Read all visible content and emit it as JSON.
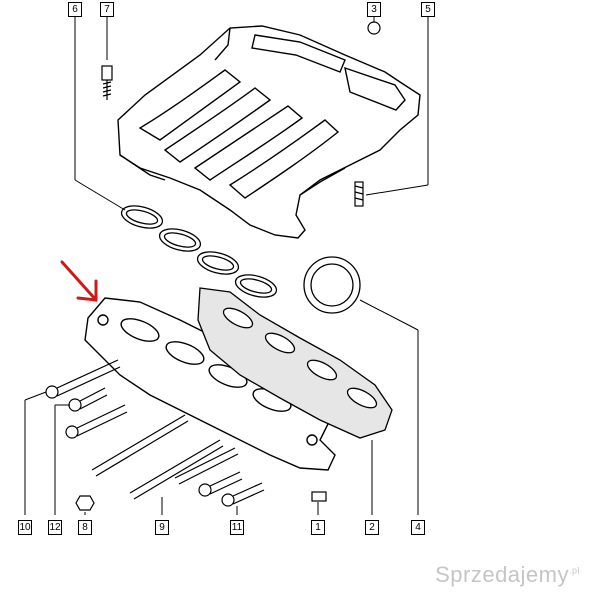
{
  "callouts": [
    {
      "id": "c6",
      "label": "6"
    },
    {
      "id": "c7",
      "label": "7"
    },
    {
      "id": "c3",
      "label": "3"
    },
    {
      "id": "c5",
      "label": "5"
    },
    {
      "id": "c10",
      "label": "10"
    },
    {
      "id": "c12",
      "label": "12"
    },
    {
      "id": "c8",
      "label": "8"
    },
    {
      "id": "c9",
      "label": "9"
    },
    {
      "id": "c11",
      "label": "11"
    },
    {
      "id": "c1",
      "label": "1"
    },
    {
      "id": "c2",
      "label": "2"
    },
    {
      "id": "c4",
      "label": "4"
    }
  ],
  "watermark": {
    "text": "Sprzedajemy",
    "suffix": ".pl"
  },
  "colors": {
    "line": "#000000",
    "arrow": "#d01818",
    "gasket_fill": "#e6e6e6"
  }
}
